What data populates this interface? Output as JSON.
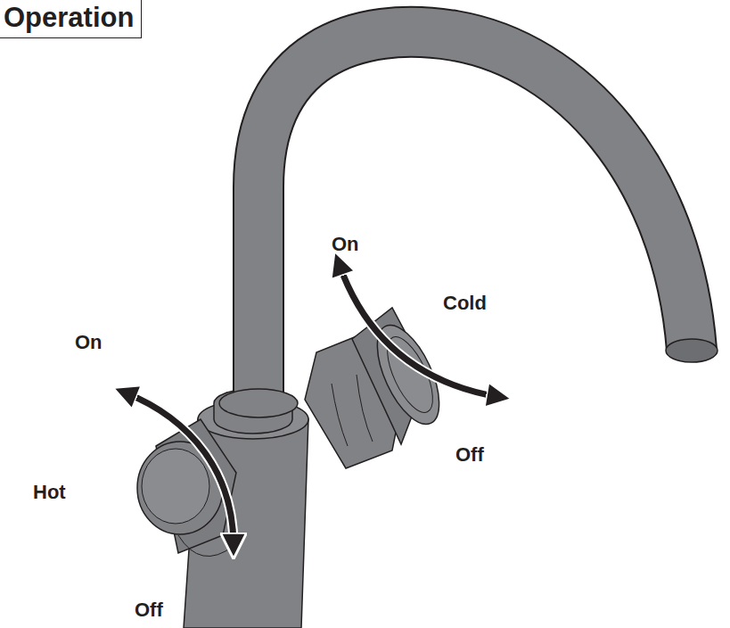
{
  "diagram": {
    "title": "Operation",
    "labels": [
      "On",
      "Cold",
      "Off",
      "On",
      "Hot",
      "Off"
    ]
  }
}
